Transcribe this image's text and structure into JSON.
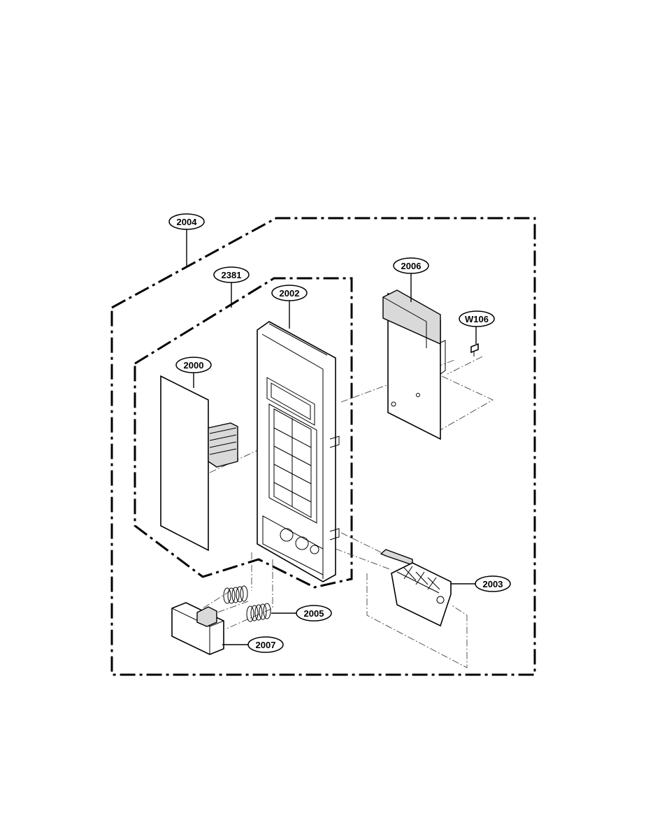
{
  "diagram": {
    "callouts": {
      "c2004": "2004",
      "c2381": "2381",
      "c2002": "2002",
      "c2006": "2006",
      "cW106": "W106",
      "c2000": "2000",
      "c2003": "2003",
      "c2005": "2005",
      "c2007": "2007"
    }
  }
}
